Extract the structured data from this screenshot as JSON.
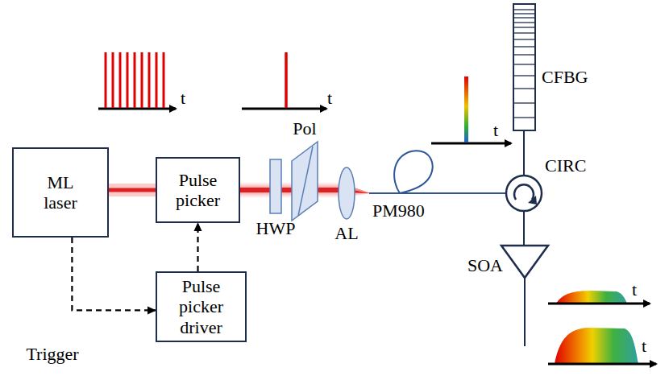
{
  "diagram": {
    "nodes": [
      {
        "text": [
          "ML laser"
        ]
      },
      {
        "text": [
          "Pulse picker"
        ]
      },
      {
        "text": [
          "Pulse picker driver"
        ]
      }
    ],
    "edges": [
      {
        "from": 0,
        "to": 1,
        "arrow": "none"
      },
      {
        "from": 0,
        "to": 2,
        "arrow": "to",
        "label": "Trigger"
      },
      {
        "from": 2,
        "to": 1,
        "arrow": "to"
      }
    ],
    "labels": [
      "t",
      "t",
      "t",
      "t",
      "t",
      "HWP",
      "Pol",
      "AL",
      "PM980",
      "CIRC",
      "SOA",
      "CFBG"
    ]
  }
}
